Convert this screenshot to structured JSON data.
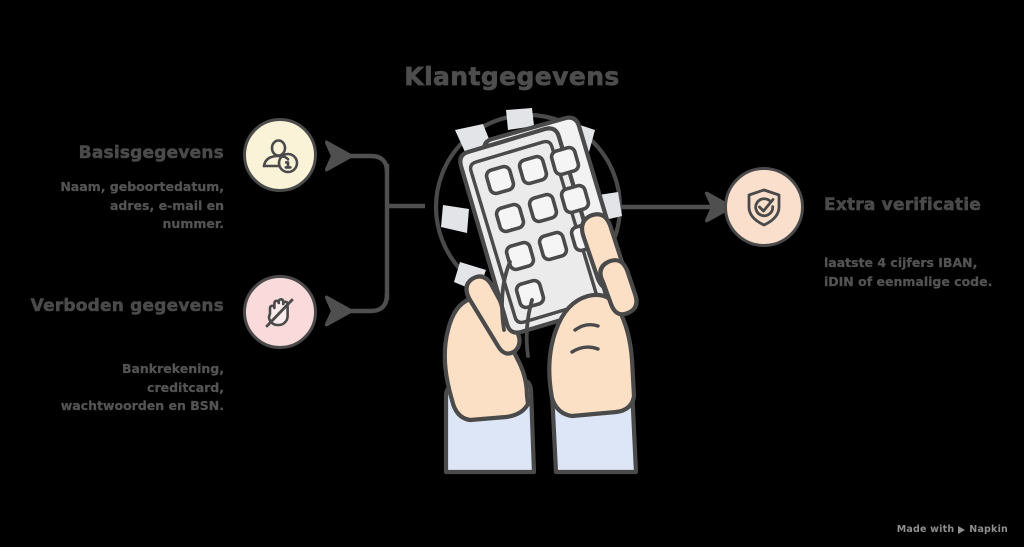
{
  "diagram": {
    "title": "Klantgegevens",
    "nodes": [
      {
        "id": "basisgegevens",
        "heading": "Basisgegevens",
        "body": "Naam, geboortedatum, adres, e-mail en nummer.",
        "icon": "person-info-icon",
        "badge_color": "#faf3d8",
        "side": "left"
      },
      {
        "id": "verboden-gegevens",
        "heading": "Verboden gegevens",
        "body": "Bankrekening, creditcard, wachtwoorden en BSN.",
        "icon": "no-hand-icon",
        "badge_color": "#fadada",
        "side": "left"
      },
      {
        "id": "extra-verificatie",
        "heading": "Extra verificatie",
        "body": "laatste 4 cijfers IBAN, iDIN of eenmalige code.",
        "icon": "shield-check-icon",
        "badge_color": "#fae0cc",
        "side": "right"
      }
    ],
    "center": {
      "illustration": "hands-holding-phone-keypad",
      "skin_color": "#fbe0c6",
      "sleeve_color": "#dde6f7",
      "device_color": "#ebebeb",
      "outline_color": "#4a4a4a"
    },
    "connector_color": "#4f4f4f"
  },
  "footer": {
    "watermark_prefix": "Made with",
    "watermark_brand": "Napkin",
    "watermark_icon": "play-triangle-icon"
  }
}
